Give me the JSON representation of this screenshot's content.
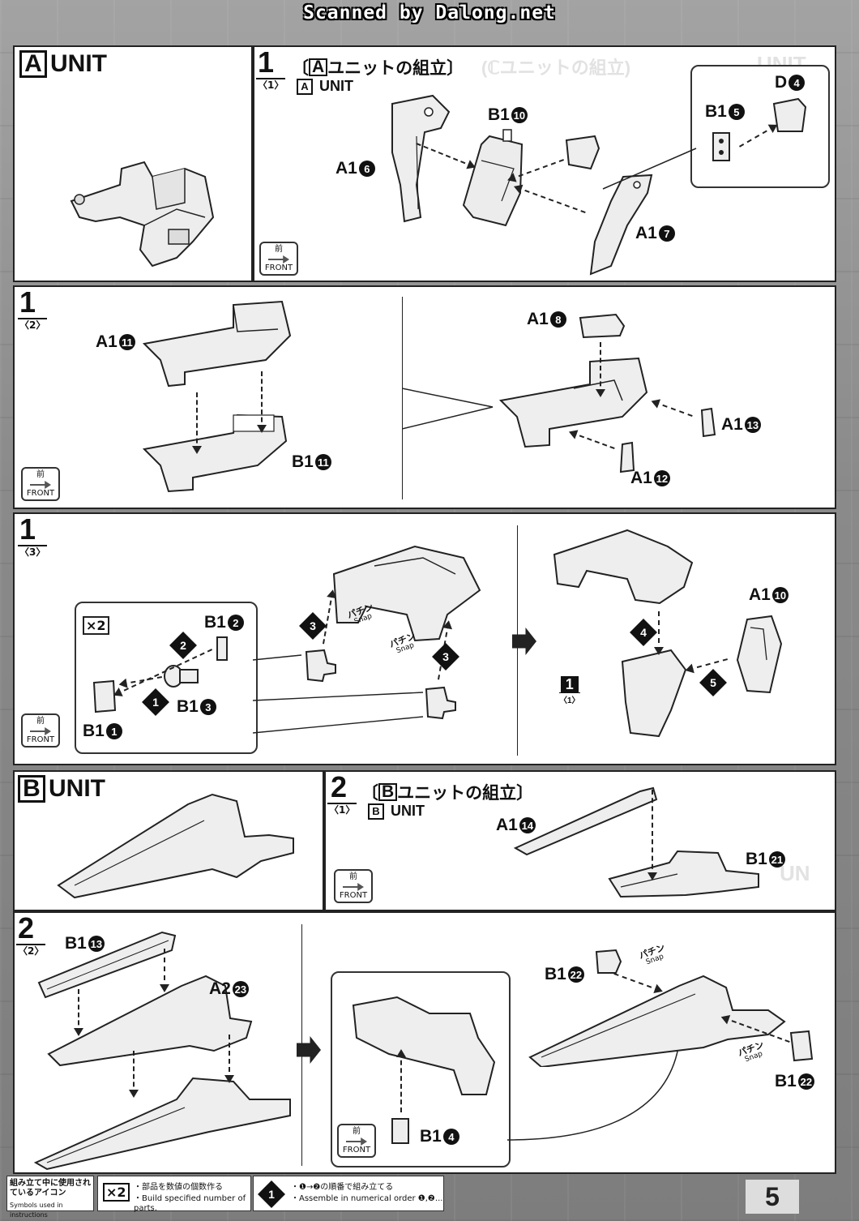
{
  "scan_credit": "Scanned by Dalong.net",
  "unitA": {
    "letter": "A",
    "word": "UNIT"
  },
  "unitB": {
    "letter": "B",
    "word": "UNIT"
  },
  "step1_1": {
    "num": "1",
    "sub": "〈1〉",
    "title_prefix": "〔",
    "title_letter": "A",
    "title_rest": "ユニットの組立〕",
    "unit_letter": "A",
    "unit_word": "UNIT",
    "labels": {
      "a16": "A1",
      "b110": "B1",
      "a17": "A1",
      "d4": "D",
      "b15": "B1"
    },
    "nums": {
      "a16": "6",
      "b110": "10",
      "a17": "7",
      "d4": "4",
      "b15": "5"
    }
  },
  "step1_2": {
    "num": "1",
    "sub": "〈2〉",
    "labels": {
      "a111": "A1",
      "b111": "B1",
      "a18": "A1",
      "a113": "A1",
      "a112": "A1"
    },
    "nums": {
      "a111": "11",
      "b111": "11",
      "a18": "8",
      "a113": "13",
      "a112": "12"
    }
  },
  "step1_3": {
    "num": "1",
    "sub": "〈3〉",
    "times": "×2",
    "labels": {
      "b12": "B1",
      "b13": "B1",
      "b11": "B1",
      "a110": "A1"
    },
    "nums": {
      "b12": "2",
      "b13": "3",
      "b11": "1",
      "a110": "10"
    },
    "diamonds": [
      "2",
      "1",
      "3",
      "3",
      "4",
      "5"
    ],
    "snap_jp": "パチン",
    "snap_en": "Snap",
    "ref_num": "1",
    "ref_sub": "〈1〉"
  },
  "step2_1": {
    "num": "2",
    "sub": "〈1〉",
    "title_prefix": "〔",
    "title_letter": "B",
    "title_rest": "ユニットの組立〕",
    "unit_letter": "B",
    "unit_word": "UNIT",
    "labels": {
      "a114": "A1",
      "b121": "B1"
    },
    "nums": {
      "a114": "14",
      "b121": "21"
    }
  },
  "step2_2": {
    "num": "2",
    "sub": "〈2〉",
    "labels": {
      "b113": "B1",
      "a223": "A2",
      "b14": "B1",
      "b122a": "B1",
      "b122b": "B1"
    },
    "nums": {
      "b113": "13",
      "a223": "23",
      "b14": "4",
      "b122a": "22",
      "b122b": "22"
    },
    "snap_jp": "パチン",
    "snap_en": "Snap"
  },
  "front_badge": {
    "kanji": "前",
    "word": "FRONT"
  },
  "legend": {
    "title_jp": "組み立て中に使用されているアイコン",
    "title_en": "Symbols used in instructions",
    "times_icon": "×2",
    "times_jp": "・部品を数値の個数作る",
    "times_en": "・Build specified number of parts.",
    "order_icon": "1",
    "order_jp": "・❶→❷の順番で組み立てる",
    "order_en": "・Assemble in numerical order ❶,❷..."
  },
  "page_number": "5"
}
